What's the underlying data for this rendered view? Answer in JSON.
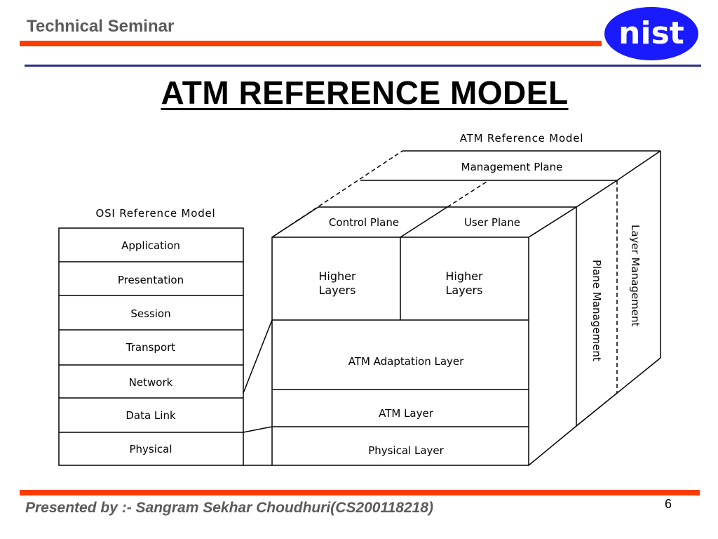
{
  "header": {
    "title": "Technical Seminar",
    "logo_text": "nist",
    "accent_color": "#ff3c00",
    "rule_color": "#2b2f8a",
    "logo_color": "#1a1aff"
  },
  "slide": {
    "title": "ATM REFERENCE MODEL"
  },
  "diagram": {
    "osi": {
      "caption": "OSI Reference Model",
      "layers": [
        "Application",
        "Presentation",
        "Session",
        "Transport",
        "Network",
        "Data Link",
        "Physical"
      ]
    },
    "atm": {
      "caption": "ATM Reference Model",
      "management_plane": "Management Plane",
      "control_plane": "Control Plane",
      "user_plane": "User Plane",
      "higher_layers": "Higher\nLayers",
      "aal": "ATM Adaptation Layer",
      "atm_layer": "ATM Layer",
      "physical_layer": "Physical Layer",
      "plane_management": "Plane Management",
      "layer_management": "Layer Management"
    }
  },
  "footer": {
    "presenter": "Presented by :- Sangram Sekhar Choudhuri(CS200118218)",
    "page_number": "6"
  }
}
